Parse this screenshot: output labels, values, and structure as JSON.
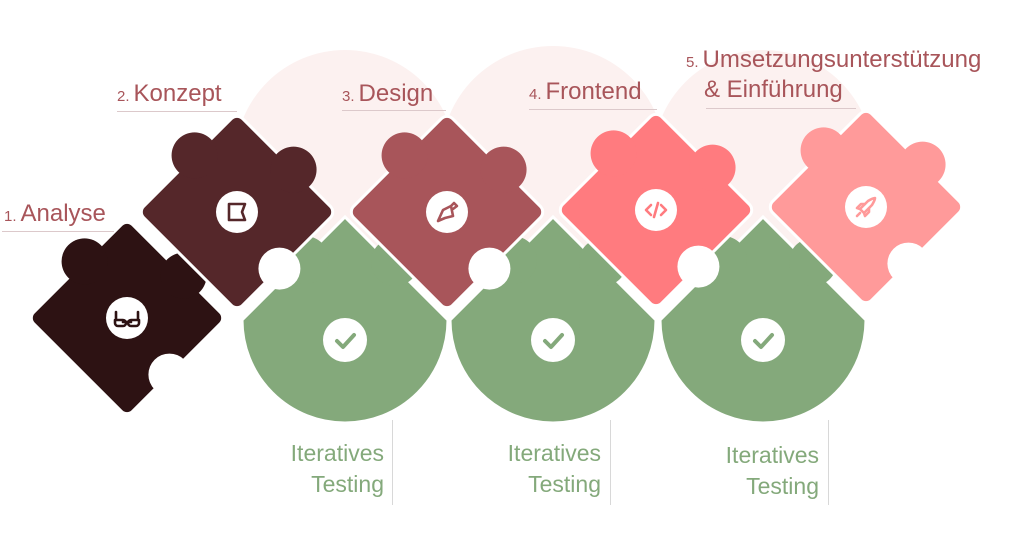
{
  "steps": [
    {
      "num": "1.",
      "title": "Analyse",
      "icon": "glasses-icon",
      "color": "#2d1213"
    },
    {
      "num": "2.",
      "title": "Konzept",
      "icon": "vector-shape-icon",
      "color": "#55272a"
    },
    {
      "num": "3.",
      "title": "Design",
      "icon": "pen-nib-icon",
      "color": "#a8555a"
    },
    {
      "num": "4.",
      "title": "Frontend",
      "icon": "code-icon",
      "color": "#ff7b7f"
    },
    {
      "num": "5.",
      "title_line1": "Umsetzungsunterstützung",
      "title_line2": "& Einführung",
      "icon": "rocket-icon",
      "color": "#ff9a9a"
    }
  ],
  "testing": [
    {
      "line1": "Iteratives",
      "line2": "Testing",
      "icon": "check-icon"
    },
    {
      "line1": "Iteratives",
      "line2": "Testing",
      "icon": "check-icon"
    },
    {
      "line1": "Iteratives",
      "line2": "Testing",
      "icon": "check-icon"
    }
  ],
  "colors": {
    "green": "#84a97b",
    "background_arc": "#fcf1f0",
    "label": "#a8555a"
  }
}
